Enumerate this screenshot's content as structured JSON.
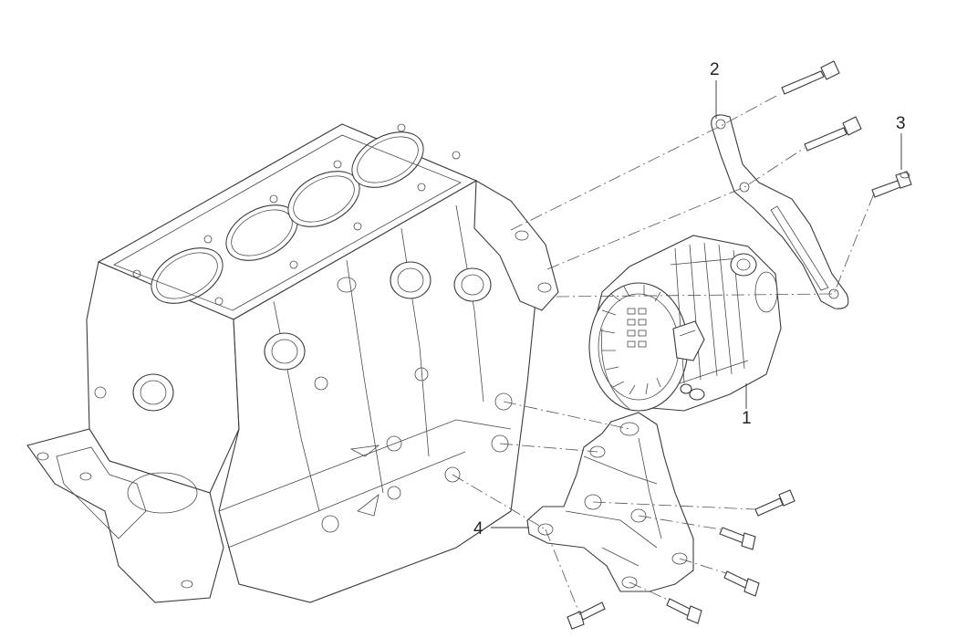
{
  "callouts": {
    "alternator": "1",
    "upper_bracket": "2",
    "bracket_bolt": "3",
    "lower_bracket": "4"
  }
}
